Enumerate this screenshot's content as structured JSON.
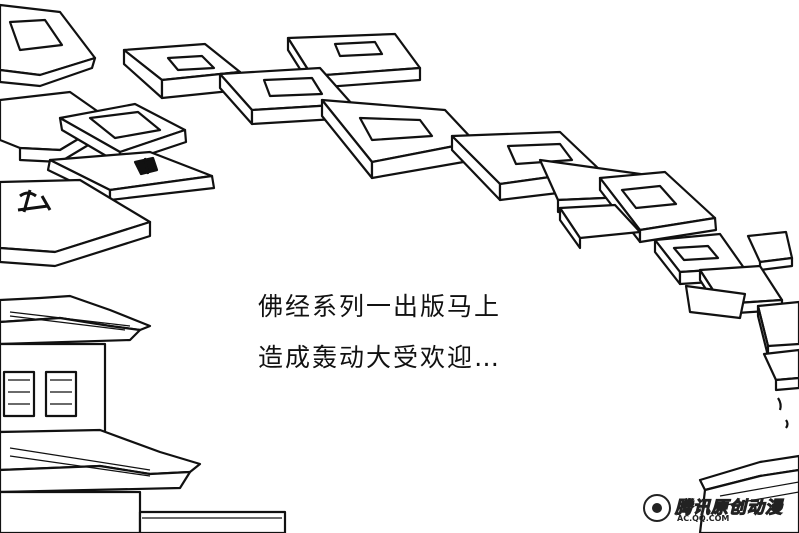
{
  "caption": {
    "line1": "佛经系列一出版马上",
    "line2": "造成轰动大受欢迎…"
  },
  "watermark": {
    "brand": "腾讯原创动漫",
    "url": "AC.QQ.COM"
  },
  "illustration": {
    "subject": "flying-books-arc",
    "ink_color": "#111111",
    "paper_color": "#ffffff"
  }
}
